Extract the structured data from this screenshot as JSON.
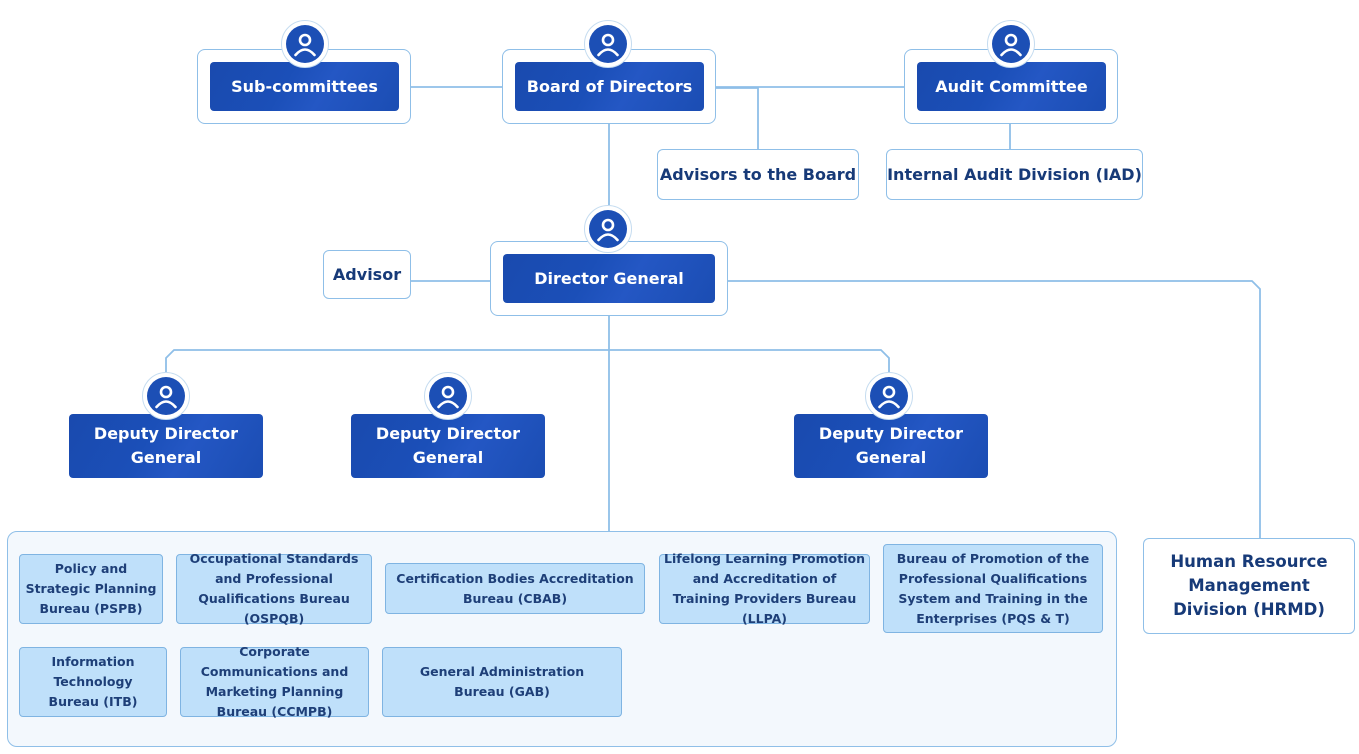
{
  "top": {
    "subcommittees": "Sub-committees",
    "board": "Board of Directors",
    "audit": "Audit Committee",
    "advisors_board": "Advisors to the Board",
    "iad": "Internal Audit Division (IAD)"
  },
  "middle": {
    "advisor": "Advisor",
    "director_general": "Director General",
    "ddg1": "Deputy Director General",
    "ddg2": "Deputy Director General",
    "ddg3": "Deputy Director General",
    "hrmd": "Human Resource Management Division (HRMD)"
  },
  "bureaus": [
    "Policy and Strategic Planning Bureau (PSPB)",
    "Occupational Standards and Professional Qualifications Bureau (OSPQB)",
    "Certification Bodies Accreditation Bureau (CBAB)",
    "Lifelong Learning Promotion and Accreditation of Training Providers  Bureau (LLPA)",
    "Bureau of Promotion of the Professional Qualifications System and Training in the Enterprises (PQS & T)",
    "Information Technology Bureau (ITB)",
    "Corporate Communications and Marketing Planning Bureau (CCMPB)",
    "General Administration Bureau (GAB)"
  ],
  "colors": {
    "node_blue": "#1b4fb8",
    "line": "#8fbfe8",
    "bureau_fill": "#bfe0fa",
    "text_dark": "#173a78"
  },
  "icons": [
    "user-avatar-icon"
  ]
}
